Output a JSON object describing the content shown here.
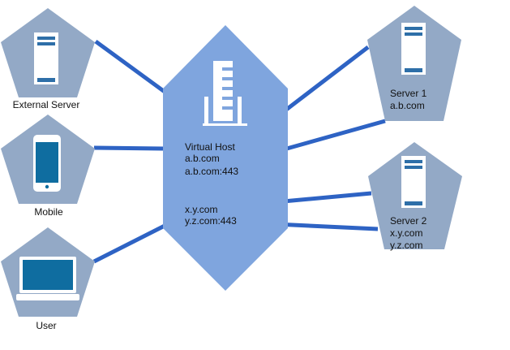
{
  "colors": {
    "node_fill": "#93a9c6",
    "hub_fill": "#7fa5de",
    "link": "#2e63c4",
    "server_body": "#ffffff",
    "server_slot": "#2e6fa8",
    "device_screen": "#0f6da0",
    "text": "#111111"
  },
  "nodes": {
    "external_server": {
      "label": "External Server",
      "icon": "server-icon"
    },
    "mobile": {
      "label": "Mobile",
      "icon": "smartphone-icon"
    },
    "user": {
      "label": "User",
      "icon": "laptop-icon"
    }
  },
  "hub": {
    "icon": "virtual-host-icon",
    "title": "Virtual Host",
    "group1": [
      "a.b.com",
      "a.b.com:443"
    ],
    "group2": [
      "x.y.com",
      "y.z.com:443"
    ]
  },
  "servers": [
    {
      "name": "Server 1",
      "hosts": [
        "a.b.com"
      ],
      "icon": "server-icon"
    },
    {
      "name": "Server 2",
      "hosts": [
        "x.y.com",
        "y.z.com"
      ],
      "icon": "server-icon"
    }
  ]
}
